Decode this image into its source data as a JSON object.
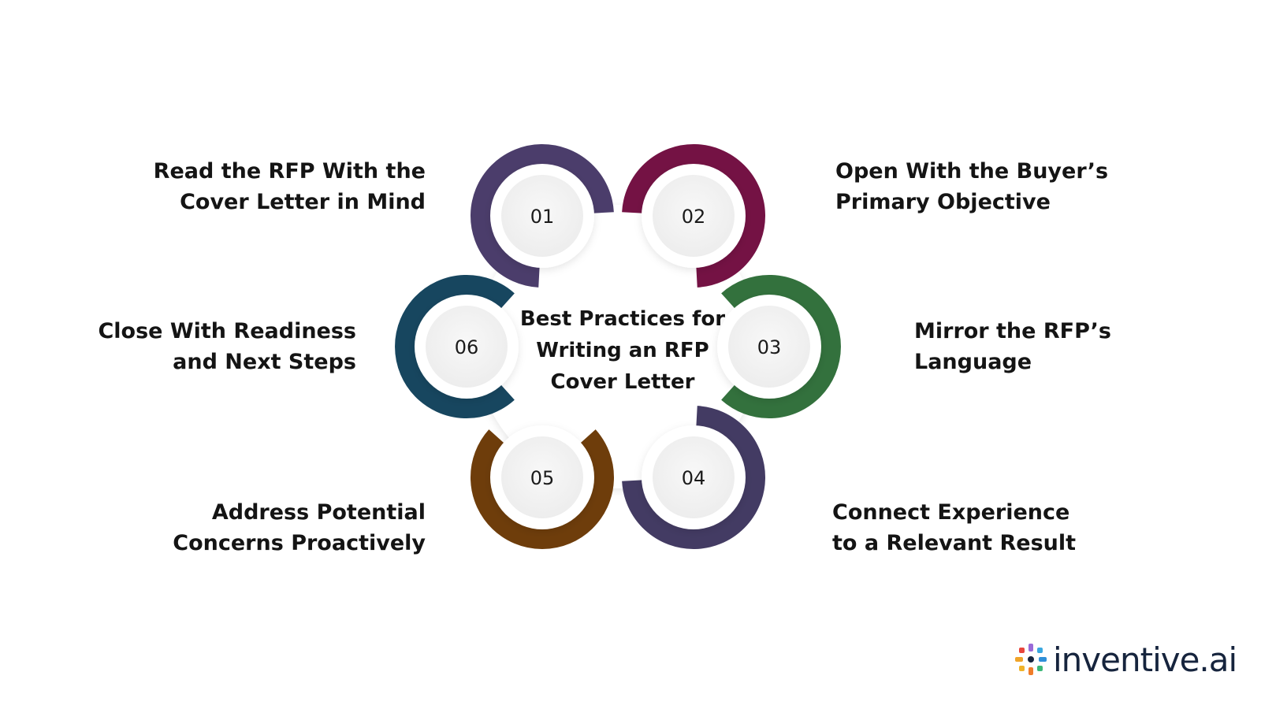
{
  "title": [
    "Best Practices for",
    "Writing an RFP",
    "Cover Letter"
  ],
  "steps": [
    {
      "number": "01",
      "lines": [
        "Read the RFP With the",
        "Cover Letter in Mind"
      ],
      "color": "#4b3d6b"
    },
    {
      "number": "02",
      "lines": [
        "Open With the Buyer’s",
        "Primary Objective"
      ],
      "color": "#741244"
    },
    {
      "number": "03",
      "lines": [
        "Mirror the RFP’s",
        "Language"
      ],
      "color": "#33713d"
    },
    {
      "number": "04",
      "lines": [
        "Connect Experience",
        "to a Relevant Result"
      ],
      "color": "#433b63"
    },
    {
      "number": "05",
      "lines": [
        "Address Potential",
        "Concerns Proactively"
      ],
      "color": "#6e3d0b"
    },
    {
      "number": "06",
      "lines": [
        "Close With Readiness",
        "and Next Steps"
      ],
      "color": "#17465f"
    }
  ],
  "logo": {
    "text": "inventive.ai",
    "icon": "pinwheel-logo-icon"
  }
}
